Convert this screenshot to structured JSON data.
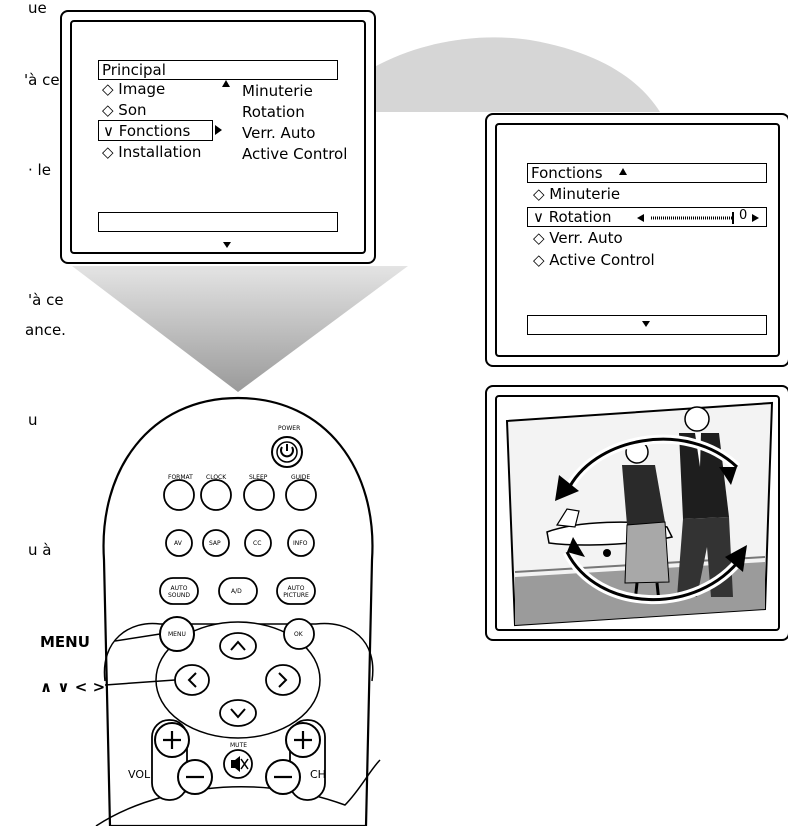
{
  "left_edge_text": [
    "ue",
    "'à ce",
    "· le",
    "'à ce",
    "ance.",
    "u",
    "u à"
  ],
  "main_menu": {
    "title": "Principal",
    "items": [
      "◇ Image",
      "◇ Son",
      "∨ Fonctions",
      "◇ Installation"
    ],
    "submenu": [
      "Minuterie",
      "Rotation",
      "Verr. Auto",
      "Active Control"
    ]
  },
  "fonctions_menu": {
    "title": "Fonctions",
    "items": [
      "◇ Minuterie",
      "∨ Rotation",
      "◇ Verr. Auto",
      "◇ Active Control"
    ],
    "slider_value": "0"
  },
  "remote": {
    "menu_label": "MENU",
    "arrows_label": "∧ ∨ < >",
    "vol_label": "VOL",
    "ch_label": "CH",
    "power_label": "POWER",
    "row1": [
      "FORMAT",
      "CLOCK",
      "SLEEP",
      "GUIDE"
    ],
    "row2": [
      "AV",
      "SAP",
      "CC",
      "INFO"
    ],
    "row3": [
      "AUTO SOUND",
      "A/D",
      "AUTO PICTURE"
    ],
    "menu_btn": "MENU",
    "ok_btn": "OK",
    "mute_label": "MUTE"
  }
}
